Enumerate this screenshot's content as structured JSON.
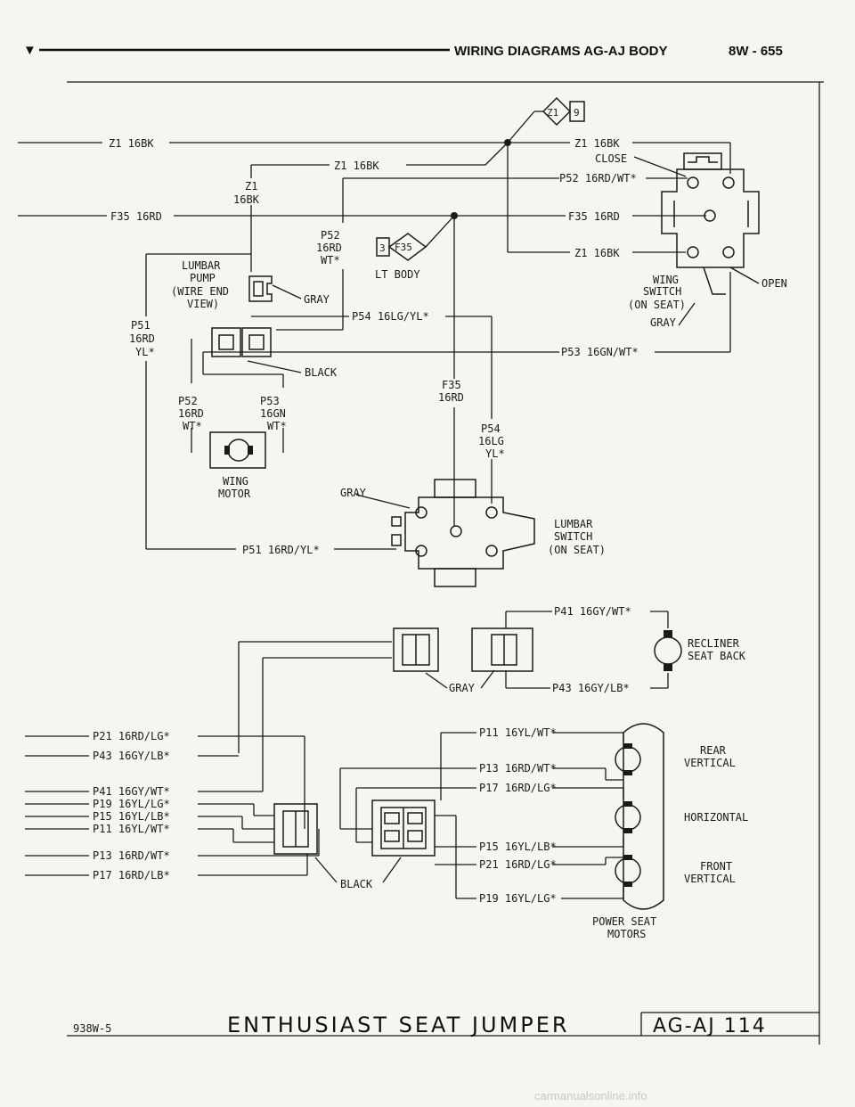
{
  "header": {
    "marker": "▼",
    "title": "WIRING DIAGRAMS AG-AJ BODY",
    "page": "8W - 655"
  },
  "diagram": {
    "title": "ENTHUSIAST SEAT JUMPER",
    "code": "AG-AJ 114",
    "figure_id": "938W-5",
    "watermark": "carmanualsonline.info",
    "splices": {
      "z1_9_num": "Z1",
      "z1_9_pin": "9",
      "f35_3_num": "3",
      "f35_3_pin": "F35"
    },
    "labels": {
      "z1_16bk_left": "Z1 16BK",
      "z1_16bk_mid": "Z1 16BK",
      "z1_16bk_right": "Z1 16BK",
      "z1_16bk_right2": "Z1 16BK",
      "z1_vert_a": "Z1",
      "z1_vert_b": "16BK",
      "close": "CLOSE",
      "p52_right": "P52 16RD/WT*",
      "f35_left": "F35 16RD",
      "f35_right": "F35 16RD",
      "p52_vert_a": "P52",
      "p52_vert_b": "16RD",
      "p52_vert_c": "WT*",
      "lt_body": "LT BODY",
      "lumbar_pump_a": "LUMBAR",
      "lumbar_pump_b": "PUMP",
      "lumbar_pump_c": "(WIRE END",
      "lumbar_pump_d": "VIEW)",
      "gray_pump": "GRAY",
      "wing_switch_a": "WING",
      "wing_switch_b": "SWITCH",
      "wing_switch_c": "(ON SEAT)",
      "open": "OPEN",
      "gray_wing": "GRAY",
      "p54_horiz": "P54 16LG/YL*",
      "p51_vert_a": "P51",
      "p51_vert_b": "16RD",
      "p51_vert_c": "YL*",
      "p53_right": "P53 16GN/WT*",
      "black_top": "BLACK",
      "f35_vert_a": "F35",
      "f35_vert_b": "16RD",
      "p52_low_a": "P52",
      "p52_low_b": "16RD",
      "p52_low_c": "WT*",
      "p53_low_a": "P53",
      "p53_low_b": "16GN",
      "p53_low_c": "WT*",
      "p54_vert_a": "P54",
      "p54_vert_b": "16LG",
      "p54_vert_c": "YL*",
      "wing_motor_a": "WING",
      "wing_motor_b": "MOTOR",
      "gray_lumbar": "GRAY",
      "lumbar_switch_a": "LUMBAR",
      "lumbar_switch_b": "SWITCH",
      "lumbar_switch_c": "(ON SEAT)",
      "p51_bottom": "P51 16RD/YL*",
      "p41_top": "P41 16GY/WT*",
      "recliner_a": "RECLINER",
      "recliner_b": "SEAT BACK",
      "gray_recliner": "GRAY",
      "p43_top": "P43 16GY/LB*",
      "p21_left": "P21 16RD/LG*",
      "p43_left": "P43 16GY/LB*",
      "p41_left": "P41 16GY/WT*",
      "p19_left": "P19 16YL/LG*",
      "p15_left": "P15 16YL/LB*",
      "p11_left": "P11 16YL/WT*",
      "p13_left": "P13 16RD/WT*",
      "p17_left": "P17 16RD/LB*",
      "p11_right": "P11 16YL/WT*",
      "p13_right": "P13 16RD/WT*",
      "p17_right": "P17 16RD/LG*",
      "p15_right": "P15 16YL/LB*",
      "p21_right": "P21 16RD/LG*",
      "p19_right": "P19 16YL/LG*",
      "black_bottom": "BLACK",
      "rear_vertical_a": "REAR",
      "rear_vertical_b": "VERTICAL",
      "horizontal": "HORIZONTAL",
      "front_vertical_a": "FRONT",
      "front_vertical_b": "VERTICAL",
      "power_seat_a": "POWER SEAT",
      "power_seat_b": "MOTORS"
    }
  }
}
